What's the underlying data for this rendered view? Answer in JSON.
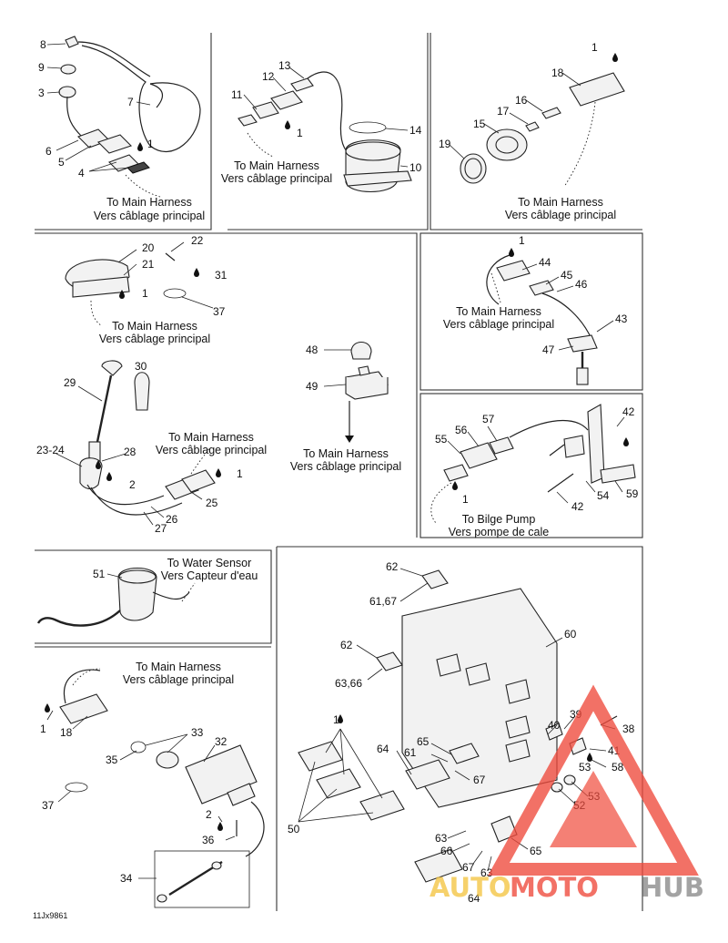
{
  "figure_code": "11Jx9861",
  "captions": {
    "to_main_en": "To Main Harness",
    "to_main_fr": "Vers câblage principal",
    "to_bilge_en": "To Bilge Pump",
    "to_bilge_fr": "Vers pompe de cale",
    "to_water_en": "To Water Sensor",
    "to_water_fr": "Vers Capteur d'eau"
  },
  "callouts": [
    "8",
    "9",
    "3",
    "7",
    "6",
    "5",
    "1",
    "4",
    "13",
    "12",
    "11",
    "1",
    "14",
    "10",
    "1",
    "18",
    "16",
    "17",
    "15",
    "19",
    "20",
    "22",
    "21",
    "31",
    "1",
    "37",
    "1",
    "44",
    "45",
    "46",
    "43",
    "47",
    "48",
    "49",
    "29",
    "30",
    "28",
    "23-24",
    "2",
    "1",
    "25",
    "26",
    "27",
    "42",
    "57",
    "56",
    "55",
    "1",
    "42",
    "54",
    "59",
    "51",
    "62",
    "61,67",
    "60",
    "62",
    "63,66",
    "18",
    "1",
    "33",
    "35",
    "32",
    "37",
    "2",
    "36",
    "34",
    "1",
    "39",
    "38",
    "40",
    "41",
    "58",
    "53",
    "65",
    "61",
    "64",
    "67",
    "50",
    "52",
    "53",
    "63",
    "66",
    "65",
    "67",
    "63",
    "64"
  ],
  "watermark": {
    "brand_part1": "AUTO",
    "brand_part2": "MOTO",
    "brand_part3": "HUB",
    "colors": {
      "auto": "#f4c542",
      "moto": "#ef4a3c",
      "hub": "#8a8a8a",
      "triangle": "#ef4a3c"
    }
  }
}
